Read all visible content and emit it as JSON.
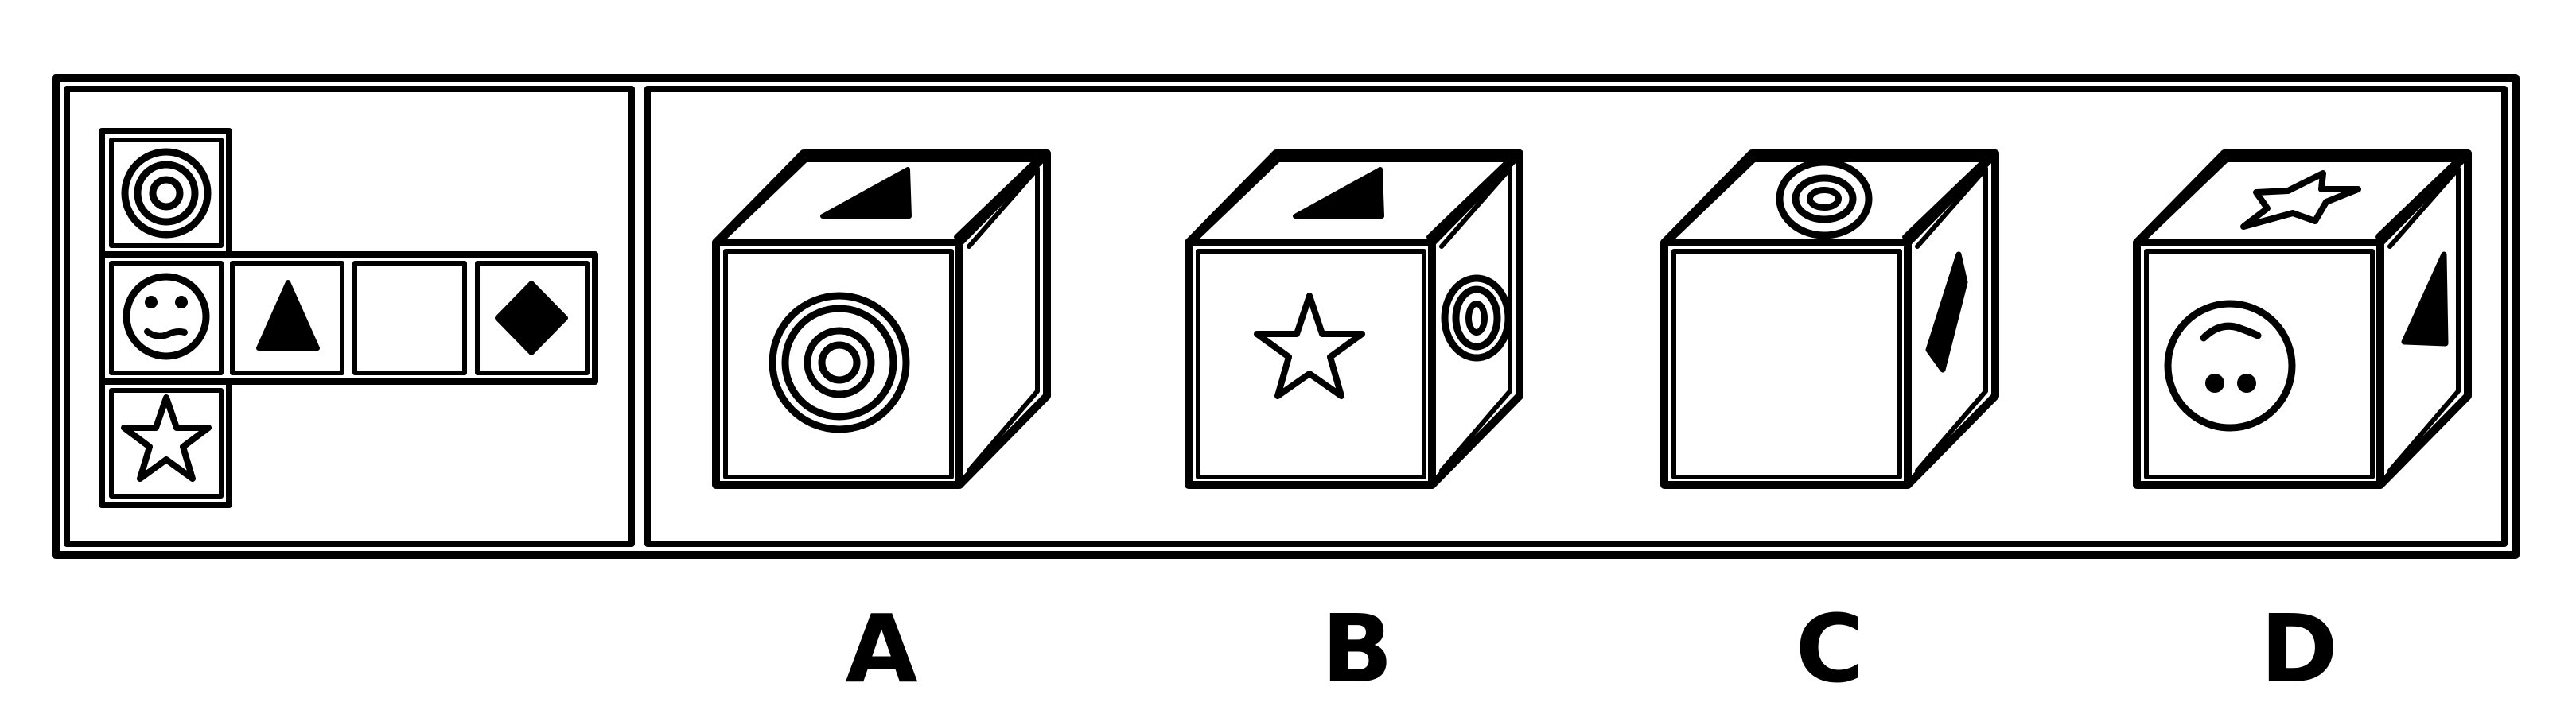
{
  "options": [
    {
      "letter": "A"
    },
    {
      "letter": "B"
    },
    {
      "letter": "C"
    },
    {
      "letter": "D"
    }
  ],
  "net": {
    "faces": [
      "concentric-circles-icon",
      "smiley-face-icon",
      "filled-triangle-icon",
      "blank-face",
      "filled-diamond-icon",
      "star-outline-icon"
    ]
  },
  "colors": {
    "ink": "#000000",
    "paper": "#ffffff"
  }
}
